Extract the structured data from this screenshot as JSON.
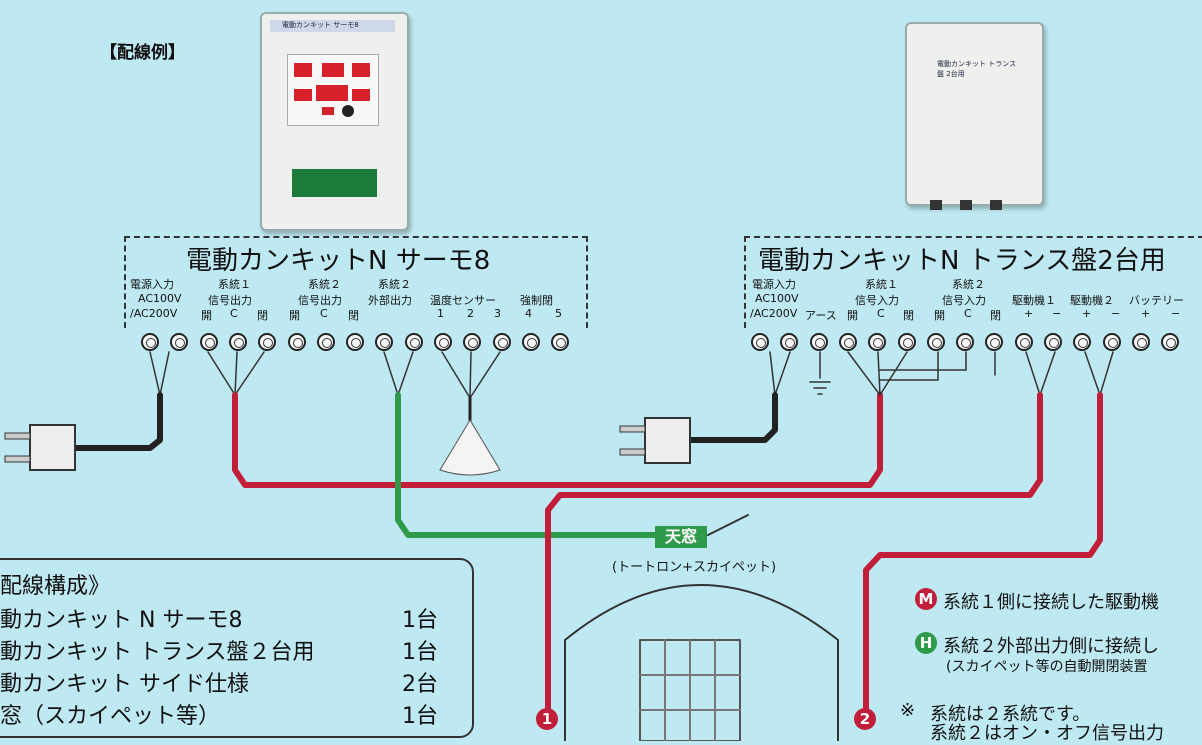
{
  "section_label": "【配線例】",
  "device1": {
    "small_title": "電動カンキット サーモ8"
  },
  "device2": {
    "small_title": "電動カンキット トランス盤 2台用"
  },
  "panel1": {
    "title": "電動カンキットN サーモ8",
    "groups": [
      "電源入力",
      "系統１",
      "系統２",
      "系統２"
    ],
    "subgroups": [
      "AC100V",
      "信号出力",
      "信号出力",
      "外部出力",
      "温度センサー",
      "強制閉"
    ],
    "line3": [
      "/AC200V",
      "開",
      "C",
      "閉",
      "開",
      "C",
      "閉"
    ],
    "sensor_nums": [
      "1",
      "2",
      "3",
      "4",
      "5"
    ]
  },
  "panel2": {
    "title": "電動カンキットN トランス盤2台用",
    "groups": [
      "電源入力",
      "系統１",
      "系統２"
    ],
    "subgroups": [
      "AC100V",
      "信号入力",
      "信号入力",
      "駆動機１",
      "駆動機２",
      "バッテリー"
    ],
    "line3": [
      "/AC200V",
      "アース",
      "開",
      "C",
      "閉",
      "開",
      "C",
      "閉"
    ],
    "polarity": [
      "+",
      "−",
      "+",
      "−",
      "+",
      "−"
    ]
  },
  "window_label": "天窓",
  "tooton_label": "(トートロン+スカイペット)",
  "composition": {
    "title": "配線構成》",
    "rows": [
      {
        "name": "動カンキット N サーモ8",
        "qty": "1台"
      },
      {
        "name": "動カンキット トランス盤２台用",
        "qty": "1台"
      },
      {
        "name": "動カンキット サイド仕様",
        "qty": "2台"
      },
      {
        "name": "窓（スカイペット等）",
        "qty": "1台"
      }
    ]
  },
  "notes": {
    "m_badge": "M",
    "m_text": "系統１側に接続した駆動機",
    "h_badge": "H",
    "h_text": "系統２外部出力側に接続し",
    "h_sub": "(スカイペット等の自動開閉装置",
    "mark": "※",
    "line1": "系統は２系統です。",
    "line2": "系統２はオン・オフ信号出力"
  },
  "badges": {
    "one": "1",
    "two": "2"
  },
  "colors": {
    "red_wire": "#c21e3a",
    "green_wire": "#2e9a4a",
    "bg": "#bfe9f2"
  }
}
